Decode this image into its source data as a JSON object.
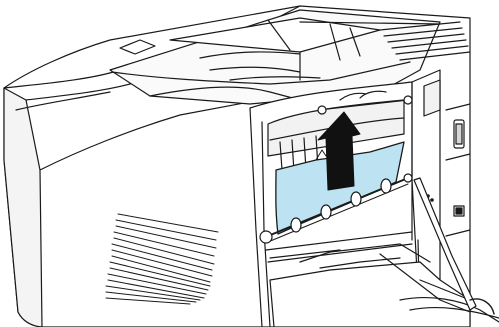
{
  "figure": {
    "subject": "printer-rear-paper-jam-removal",
    "elements": [
      "printer-body",
      "top-output-tray",
      "front-ventilation-grille",
      "open-rear-cover",
      "fuser-unit",
      "jammed-paper-sheet",
      "paper-feed-rollers",
      "pull-direction-arrow",
      "interface-connectors"
    ]
  },
  "colors": {
    "line": "#1a1a1a",
    "paper_fill": "#bde3f3",
    "arrow_fill": "#111111",
    "background": "#ffffff",
    "body_fill": "#ffffff",
    "shade_fill": "#ededed"
  }
}
